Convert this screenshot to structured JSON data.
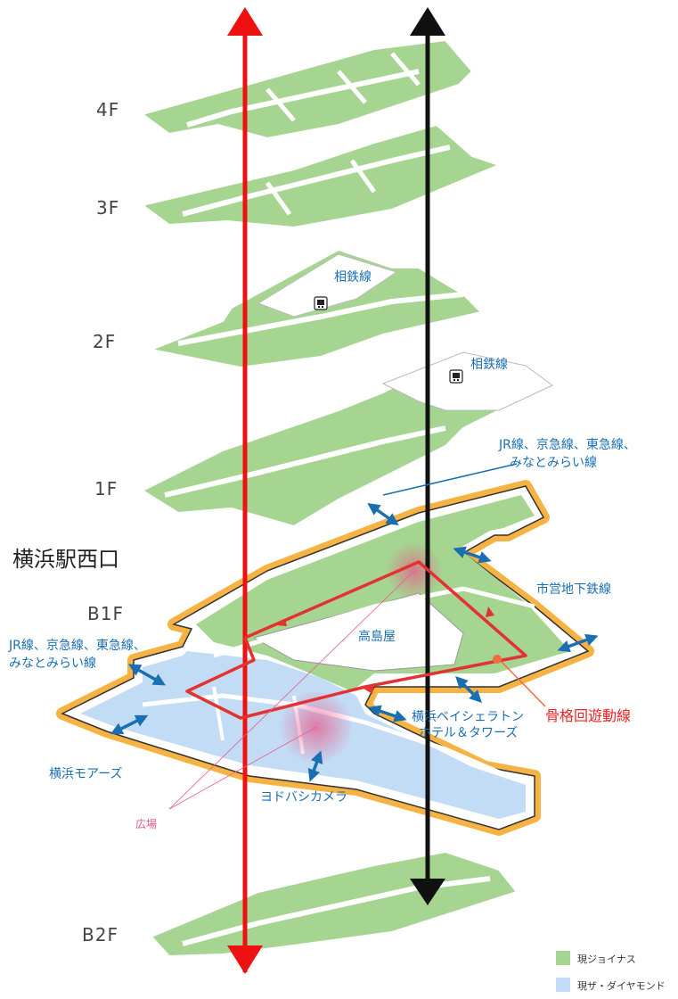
{
  "floors": [
    "4F",
    "3F",
    "2F",
    "1F",
    "B1F",
    "B2F"
  ],
  "title": "横浜駅西口",
  "lines": {
    "sotetsu": "相鉄線",
    "jr_line1": "JR線、京急線、東急線、",
    "jr_line2": "みなとみらい線",
    "subway": "市営地下鉄線"
  },
  "places": {
    "takashimaya": "高島屋",
    "sheraton1": "横浜ベイシェラトン",
    "sheraton2": "ホテル＆タワーズ",
    "mores": "横浜モアーズ",
    "yodobashi": "ヨドバシカメラ",
    "plaza": "広場"
  },
  "route_label": "骨格回遊動線",
  "legend": [
    {
      "label": "現ジョイナス",
      "color": "#a5d591"
    },
    {
      "label": "現ザ・ダイヤモンド",
      "color": "#c3dcf5"
    }
  ],
  "colors": {
    "joinus": "#a5d591",
    "diamond": "#c3dcf5",
    "route": "#e33232",
    "orange_glow": "#f5a623",
    "access_arrow": "#1a6fb3"
  }
}
